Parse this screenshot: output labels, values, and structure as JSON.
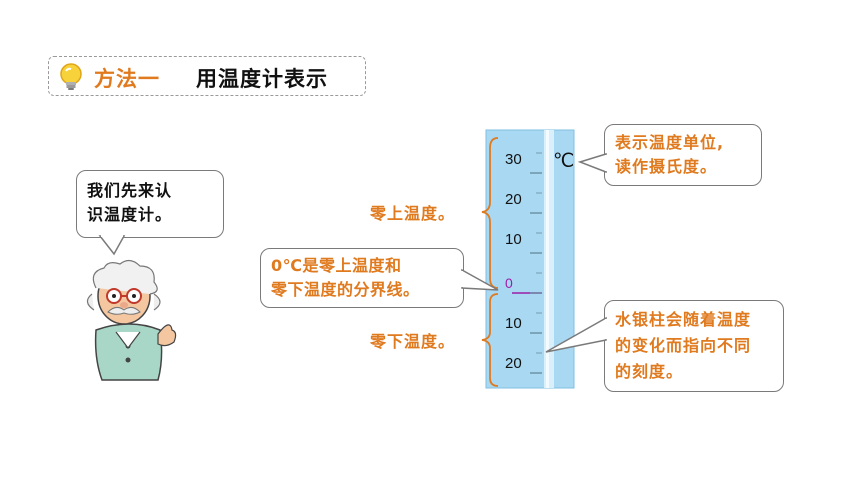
{
  "title": {
    "method": "方法一",
    "text": "用温度计表示"
  },
  "teacher_bubble": {
    "line1": "我们先来认",
    "line2": "识温度计。"
  },
  "labels": {
    "above_zero": "零上温度。",
    "below_zero": "零下温度。"
  },
  "zero_bubble": {
    "line1": "0℃是零上温度和",
    "line2": "零下温度的分界线。"
  },
  "unit_bubble": {
    "line1": "表示温度单位,",
    "line2": "读作摄氏度。"
  },
  "mercury_bubble": {
    "line1": "水银柱会随着温度",
    "line2": "的变化而指向不同",
    "line3": "的刻度。"
  },
  "thermometer": {
    "unit": "℃",
    "tick_labels": [
      "30",
      "20",
      "10",
      "0",
      "10",
      "20"
    ],
    "mercury_level_celsius": 0
  },
  "colors": {
    "accent": "#e07a1f",
    "tube": "#a9d8f2",
    "mercury": "#9c1fa8"
  },
  "icons": [
    "lightbulb-icon"
  ]
}
